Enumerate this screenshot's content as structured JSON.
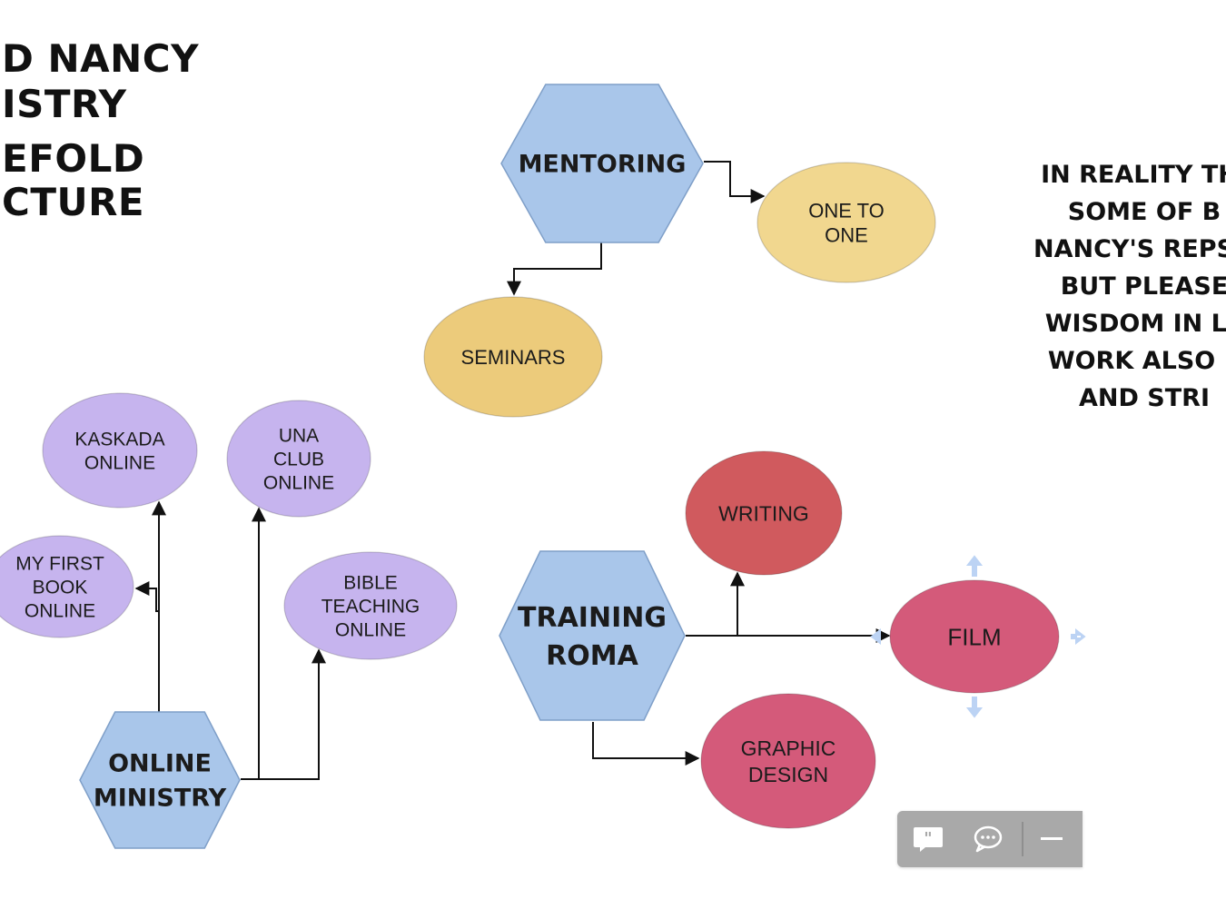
{
  "title": {
    "lines": [
      "D NANCY",
      "ISTRY",
      "EFOLD",
      "CTURE"
    ]
  },
  "note": {
    "lines": [
      "IN REALITY THI",
      "SOME OF B",
      "NANCY'S REPSO",
      "BUT PLEASE",
      "WISDOM IN LE",
      "WORK ALSO F",
      "AND STRI"
    ]
  },
  "nodes": {
    "mentoring": {
      "lines": [
        "MENTORING"
      ],
      "shape": "hexagon",
      "color": "#a9c6ea"
    },
    "one_to_one": {
      "lines": [
        "ONE TO",
        "ONE"
      ],
      "shape": "ellipse",
      "color": "#f1d78f"
    },
    "seminars": {
      "lines": [
        "SEMINARS"
      ],
      "shape": "ellipse",
      "color": "#eccb7b"
    },
    "kaskada_online": {
      "lines": [
        "KASKADA",
        "ONLINE"
      ],
      "shape": "ellipse",
      "color": "#c6b4ee"
    },
    "una_club_online": {
      "lines": [
        "UNA",
        "CLUB",
        "ONLINE"
      ],
      "shape": "ellipse",
      "color": "#c6b4ee"
    },
    "my_first_book_online": {
      "lines": [
        "MY FIRST",
        "BOOK",
        "ONLINE"
      ],
      "shape": "ellipse",
      "color": "#c6b4ee"
    },
    "bible_teaching_online": {
      "lines": [
        "BIBLE",
        "TEACHING",
        "ONLINE"
      ],
      "shape": "ellipse",
      "color": "#c6b4ee"
    },
    "online_ministry": {
      "lines": [
        "ONLINE",
        "MINISTRY"
      ],
      "shape": "hexagon",
      "color": "#a9c6ea"
    },
    "writing": {
      "lines": [
        "WRITING"
      ],
      "shape": "ellipse",
      "color": "#d05a5e"
    },
    "training_roma": {
      "lines": [
        "TRAINING",
        "ROMA"
      ],
      "shape": "hexagon",
      "color": "#a9c6ea"
    },
    "film": {
      "lines": [
        "FILM"
      ],
      "shape": "ellipse",
      "color": "#d45a7a"
    },
    "graphic_design": {
      "lines": [
        "GRAPHIC",
        "DESIGN"
      ],
      "shape": "ellipse",
      "color": "#d45a7a"
    }
  },
  "edges": [
    {
      "from": "mentoring",
      "to": "one_to_one"
    },
    {
      "from": "mentoring",
      "to": "seminars"
    },
    {
      "from": "online_ministry",
      "to": "kaskada_online"
    },
    {
      "from": "online_ministry",
      "to": "my_first_book_online"
    },
    {
      "from": "online_ministry",
      "to": "una_club_online"
    },
    {
      "from": "online_ministry",
      "to": "bible_teaching_online"
    },
    {
      "from": "training_roma",
      "to": "writing"
    },
    {
      "from": "training_roma",
      "to": "film"
    },
    {
      "from": "training_roma",
      "to": "graphic_design"
    }
  ],
  "selection": {
    "node": "film",
    "handle_color": "#bcd3f4"
  },
  "toolbar": {
    "buttons": [
      {
        "icon": "quote-icon"
      },
      {
        "icon": "comment-icon"
      },
      {
        "icon": "minus-icon"
      }
    ]
  },
  "colors": {
    "line": "#111111",
    "hex_stroke": "#7f9fc8",
    "label": "#1b1b1b"
  }
}
